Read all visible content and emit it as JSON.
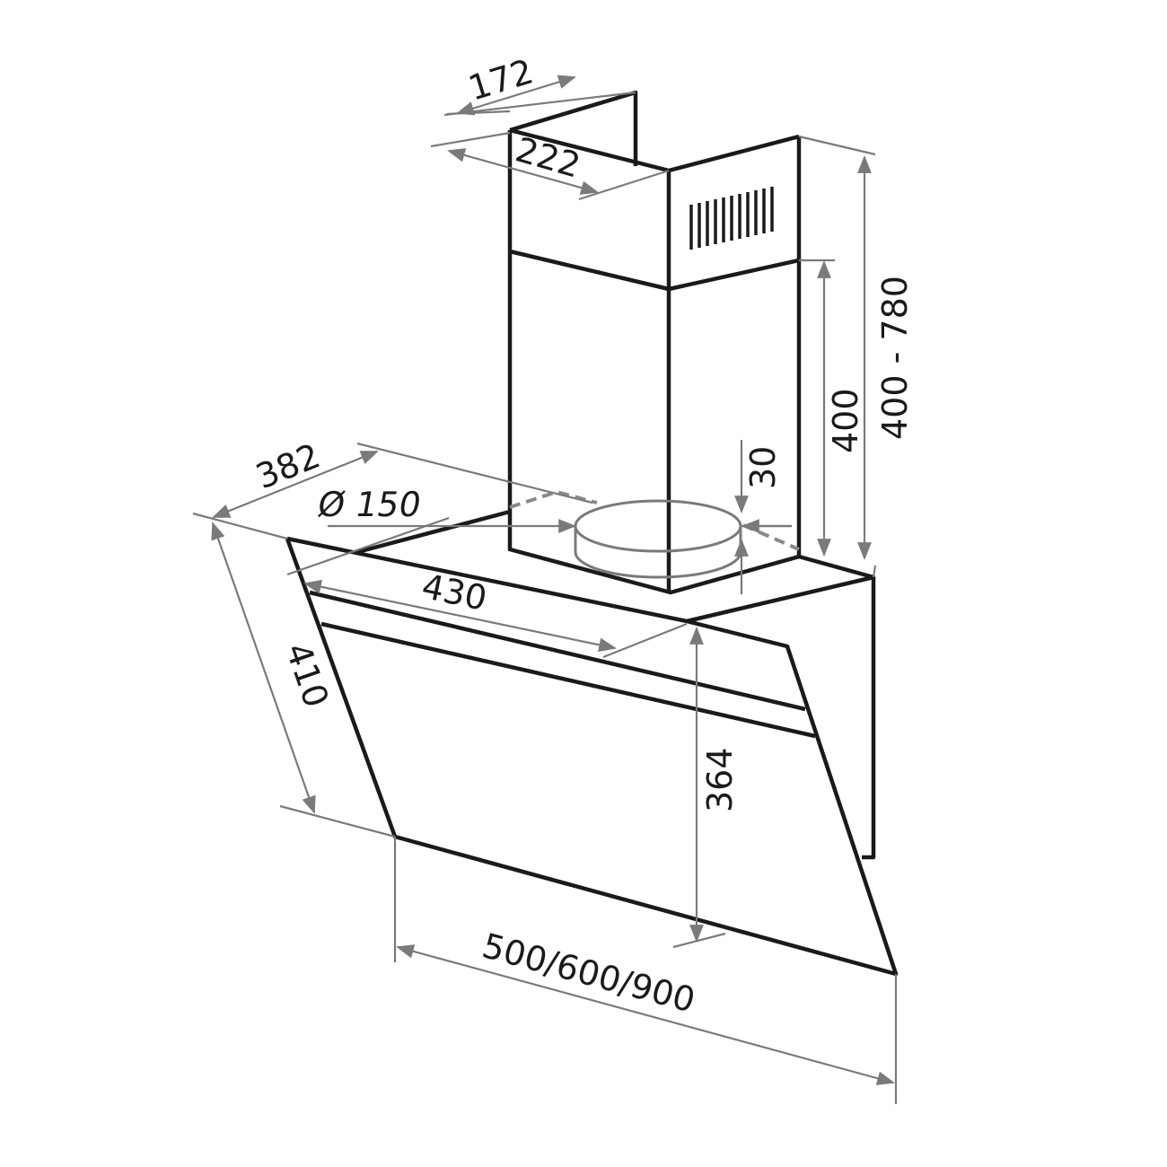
{
  "title": "Cooker hood dimension drawing",
  "dimensions": {
    "duct_depth": "172",
    "duct_width": "222",
    "chimney_height_range": "400 - 780",
    "chimney_height_fixed": "400",
    "outlet_height": "30",
    "outlet_diameter": "Ø 150",
    "hood_depth_top": "382",
    "hood_inner_depth": "430",
    "panel_height": "410",
    "body_height": "364",
    "hood_width": "500/600/900"
  },
  "colors": {
    "outline": "#1a1a1a",
    "dimension": "#7a7a7a"
  }
}
